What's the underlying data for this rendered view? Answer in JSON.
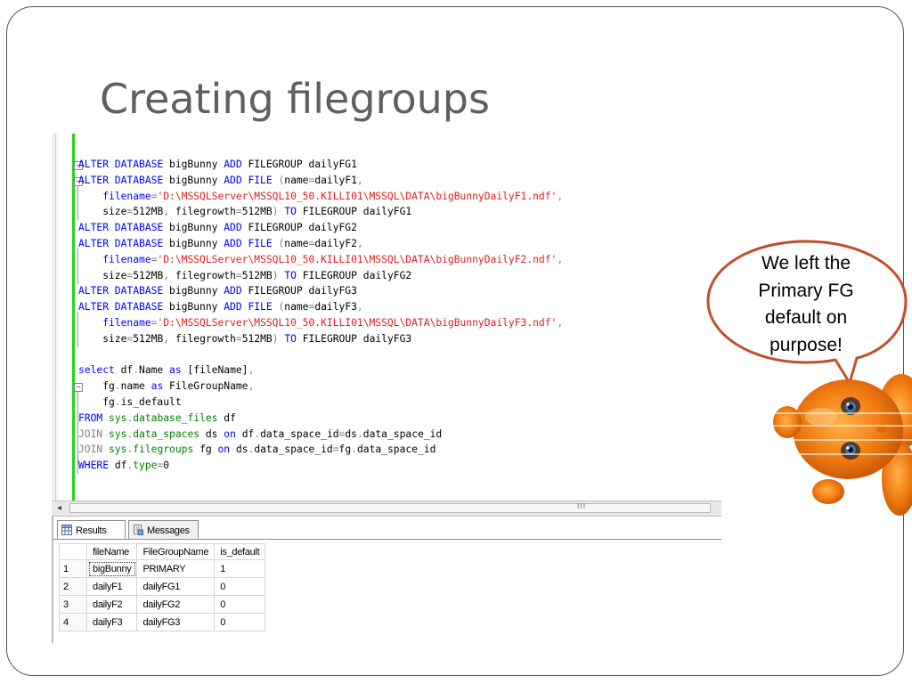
{
  "slide": {
    "title": "Creating filegroups",
    "callout": [
      "We left the",
      "Primary FG",
      "default on",
      "purpose!"
    ]
  },
  "editor": {
    "code_lines": [
      [
        {
          "t": "ALTER DATABASE",
          "c": "kw"
        },
        {
          "t": " bigBunny "
        },
        {
          "t": "ADD",
          "c": "kw"
        },
        {
          "t": " FILEGROUP dailyFG1"
        }
      ],
      [
        {
          "t": "ALTER DATABASE",
          "c": "kw"
        },
        {
          "t": " bigBunny "
        },
        {
          "t": "ADD FILE",
          "c": "kw"
        },
        {
          "t": " "
        },
        {
          "t": "(",
          "c": "gr"
        },
        {
          "t": "name"
        },
        {
          "t": "=",
          "c": "gr"
        },
        {
          "t": "dailyF1"
        },
        {
          "t": ",",
          "c": "gr"
        }
      ],
      [
        {
          "t": "    "
        },
        {
          "t": "filename",
          "c": "kw"
        },
        {
          "t": "=",
          "c": "gr"
        },
        {
          "t": "'D:\\MSSQLServer\\MSSQL10_50.KILLI01\\MSSQL\\DATA\\bigBunnyDailyF1.ndf'",
          "c": "str"
        },
        {
          "t": ",",
          "c": "gr"
        }
      ],
      [
        {
          "t": "    size"
        },
        {
          "t": "=",
          "c": "gr"
        },
        {
          "t": "512MB"
        },
        {
          "t": ",",
          "c": "gr"
        },
        {
          "t": " filegrowth"
        },
        {
          "t": "=",
          "c": "gr"
        },
        {
          "t": "512MB"
        },
        {
          "t": ")",
          "c": "gr"
        },
        {
          "t": " "
        },
        {
          "t": "TO",
          "c": "kw"
        },
        {
          "t": " FILEGROUP dailyFG1"
        }
      ],
      [
        {
          "t": "ALTER DATABASE",
          "c": "kw"
        },
        {
          "t": " bigBunny "
        },
        {
          "t": "ADD",
          "c": "kw"
        },
        {
          "t": " FILEGROUP dailyFG2"
        }
      ],
      [
        {
          "t": "ALTER DATABASE",
          "c": "kw"
        },
        {
          "t": " bigBunny "
        },
        {
          "t": "ADD FILE",
          "c": "kw"
        },
        {
          "t": " "
        },
        {
          "t": "(",
          "c": "gr"
        },
        {
          "t": "name"
        },
        {
          "t": "=",
          "c": "gr"
        },
        {
          "t": "dailyF2"
        },
        {
          "t": ",",
          "c": "gr"
        }
      ],
      [
        {
          "t": "    "
        },
        {
          "t": "filename",
          "c": "kw"
        },
        {
          "t": "=",
          "c": "gr"
        },
        {
          "t": "'D:\\MSSQLServer\\MSSQL10_50.KILLI01\\MSSQL\\DATA\\bigBunnyDailyF2.ndf'",
          "c": "str"
        },
        {
          "t": ",",
          "c": "gr"
        }
      ],
      [
        {
          "t": "    size"
        },
        {
          "t": "=",
          "c": "gr"
        },
        {
          "t": "512MB"
        },
        {
          "t": ",",
          "c": "gr"
        },
        {
          "t": " filegrowth"
        },
        {
          "t": "=",
          "c": "gr"
        },
        {
          "t": "512MB"
        },
        {
          "t": ")",
          "c": "gr"
        },
        {
          "t": " "
        },
        {
          "t": "TO",
          "c": "kw"
        },
        {
          "t": " FILEGROUP dailyFG2"
        }
      ],
      [
        {
          "t": "ALTER DATABASE",
          "c": "kw"
        },
        {
          "t": " bigBunny "
        },
        {
          "t": "ADD",
          "c": "kw"
        },
        {
          "t": " FILEGROUP dailyFG3"
        }
      ],
      [
        {
          "t": "ALTER DATABASE",
          "c": "kw"
        },
        {
          "t": " bigBunny "
        },
        {
          "t": "ADD FILE",
          "c": "kw"
        },
        {
          "t": " "
        },
        {
          "t": "(",
          "c": "gr"
        },
        {
          "t": "name"
        },
        {
          "t": "=",
          "c": "gr"
        },
        {
          "t": "dailyF3"
        },
        {
          "t": ",",
          "c": "gr"
        }
      ],
      [
        {
          "t": "    "
        },
        {
          "t": "filename",
          "c": "kw"
        },
        {
          "t": "=",
          "c": "gr"
        },
        {
          "t": "'D:\\MSSQLServer\\MSSQL10_50.KILLI01\\MSSQL\\DATA\\bigBunnyDailyF3.ndf'",
          "c": "str"
        },
        {
          "t": ",",
          "c": "gr"
        }
      ],
      [
        {
          "t": "    size"
        },
        {
          "t": "=",
          "c": "gr"
        },
        {
          "t": "512MB"
        },
        {
          "t": ",",
          "c": "gr"
        },
        {
          "t": " filegrowth"
        },
        {
          "t": "=",
          "c": "gr"
        },
        {
          "t": "512MB"
        },
        {
          "t": ")",
          "c": "gr"
        },
        {
          "t": " "
        },
        {
          "t": "TO",
          "c": "kw"
        },
        {
          "t": " FILEGROUP dailyFG3"
        }
      ],
      [],
      [
        {
          "t": "select",
          "c": "kw"
        },
        {
          "t": " df"
        },
        {
          "t": ".",
          "c": "gr"
        },
        {
          "t": "Name "
        },
        {
          "t": "as",
          "c": "kw"
        },
        {
          "t": " [fileName]"
        },
        {
          "t": ",",
          "c": "gr"
        }
      ],
      [
        {
          "t": "    fg"
        },
        {
          "t": ".",
          "c": "gr"
        },
        {
          "t": "name "
        },
        {
          "t": "as",
          "c": "kw"
        },
        {
          "t": " FileGroupName"
        },
        {
          "t": ",",
          "c": "gr"
        }
      ],
      [
        {
          "t": "    fg"
        },
        {
          "t": ".",
          "c": "gr"
        },
        {
          "t": "is_default"
        }
      ],
      [
        {
          "t": "FROM",
          "c": "kw"
        },
        {
          "t": " "
        },
        {
          "t": "sys",
          "c": "sysobj"
        },
        {
          "t": ".",
          "c": "gr"
        },
        {
          "t": "database_files",
          "c": "sysobj"
        },
        {
          "t": " df"
        }
      ],
      [
        {
          "t": "JOIN",
          "c": "gr"
        },
        {
          "t": " "
        },
        {
          "t": "sys",
          "c": "sysobj"
        },
        {
          "t": ".",
          "c": "gr"
        },
        {
          "t": "data_spaces",
          "c": "sysobj"
        },
        {
          "t": " ds "
        },
        {
          "t": "on",
          "c": "kw"
        },
        {
          "t": " df"
        },
        {
          "t": ".",
          "c": "gr"
        },
        {
          "t": "data_space_id"
        },
        {
          "t": "=",
          "c": "gr"
        },
        {
          "t": "ds"
        },
        {
          "t": ".",
          "c": "gr"
        },
        {
          "t": "data_space_id"
        }
      ],
      [
        {
          "t": "JOIN",
          "c": "gr"
        },
        {
          "t": " "
        },
        {
          "t": "sys",
          "c": "sysobj"
        },
        {
          "t": ".",
          "c": "gr"
        },
        {
          "t": "filegroups",
          "c": "sysobj"
        },
        {
          "t": " fg "
        },
        {
          "t": "on",
          "c": "kw"
        },
        {
          "t": " ds"
        },
        {
          "t": ".",
          "c": "gr"
        },
        {
          "t": "data_space_id"
        },
        {
          "t": "=",
          "c": "gr"
        },
        {
          "t": "fg"
        },
        {
          "t": ".",
          "c": "gr"
        },
        {
          "t": "data_space_id"
        }
      ],
      [
        {
          "t": "WHERE",
          "c": "kw"
        },
        {
          "t": " df"
        },
        {
          "t": ".",
          "c": "gr"
        },
        {
          "t": "type",
          "c": "sysobj"
        },
        {
          "t": "=",
          "c": "gr"
        },
        {
          "t": "0"
        }
      ]
    ],
    "scroll_grip": "III"
  },
  "results": {
    "tabs": [
      {
        "label": "Results",
        "icon": "grid-icon",
        "active": true
      },
      {
        "label": "Messages",
        "icon": "messages-icon",
        "active": false
      }
    ],
    "columns": [
      "fileName",
      "FileGroupName",
      "is_default"
    ],
    "rows": [
      [
        "1",
        "bigBunny",
        "PRIMARY",
        "1"
      ],
      [
        "2",
        "dailyF1",
        "dailyFG1",
        "0"
      ],
      [
        "3",
        "dailyF2",
        "dailyFG2",
        "0"
      ],
      [
        "4",
        "dailyF3",
        "dailyFG3",
        "0"
      ]
    ]
  },
  "colors": {
    "keyword": "#0000ff",
    "string": "#e02020",
    "operator": "#808080",
    "system_object": "#008000",
    "change_bar": "#22d322",
    "callout_border": "#c0502a",
    "title": "#5f5f5f"
  }
}
